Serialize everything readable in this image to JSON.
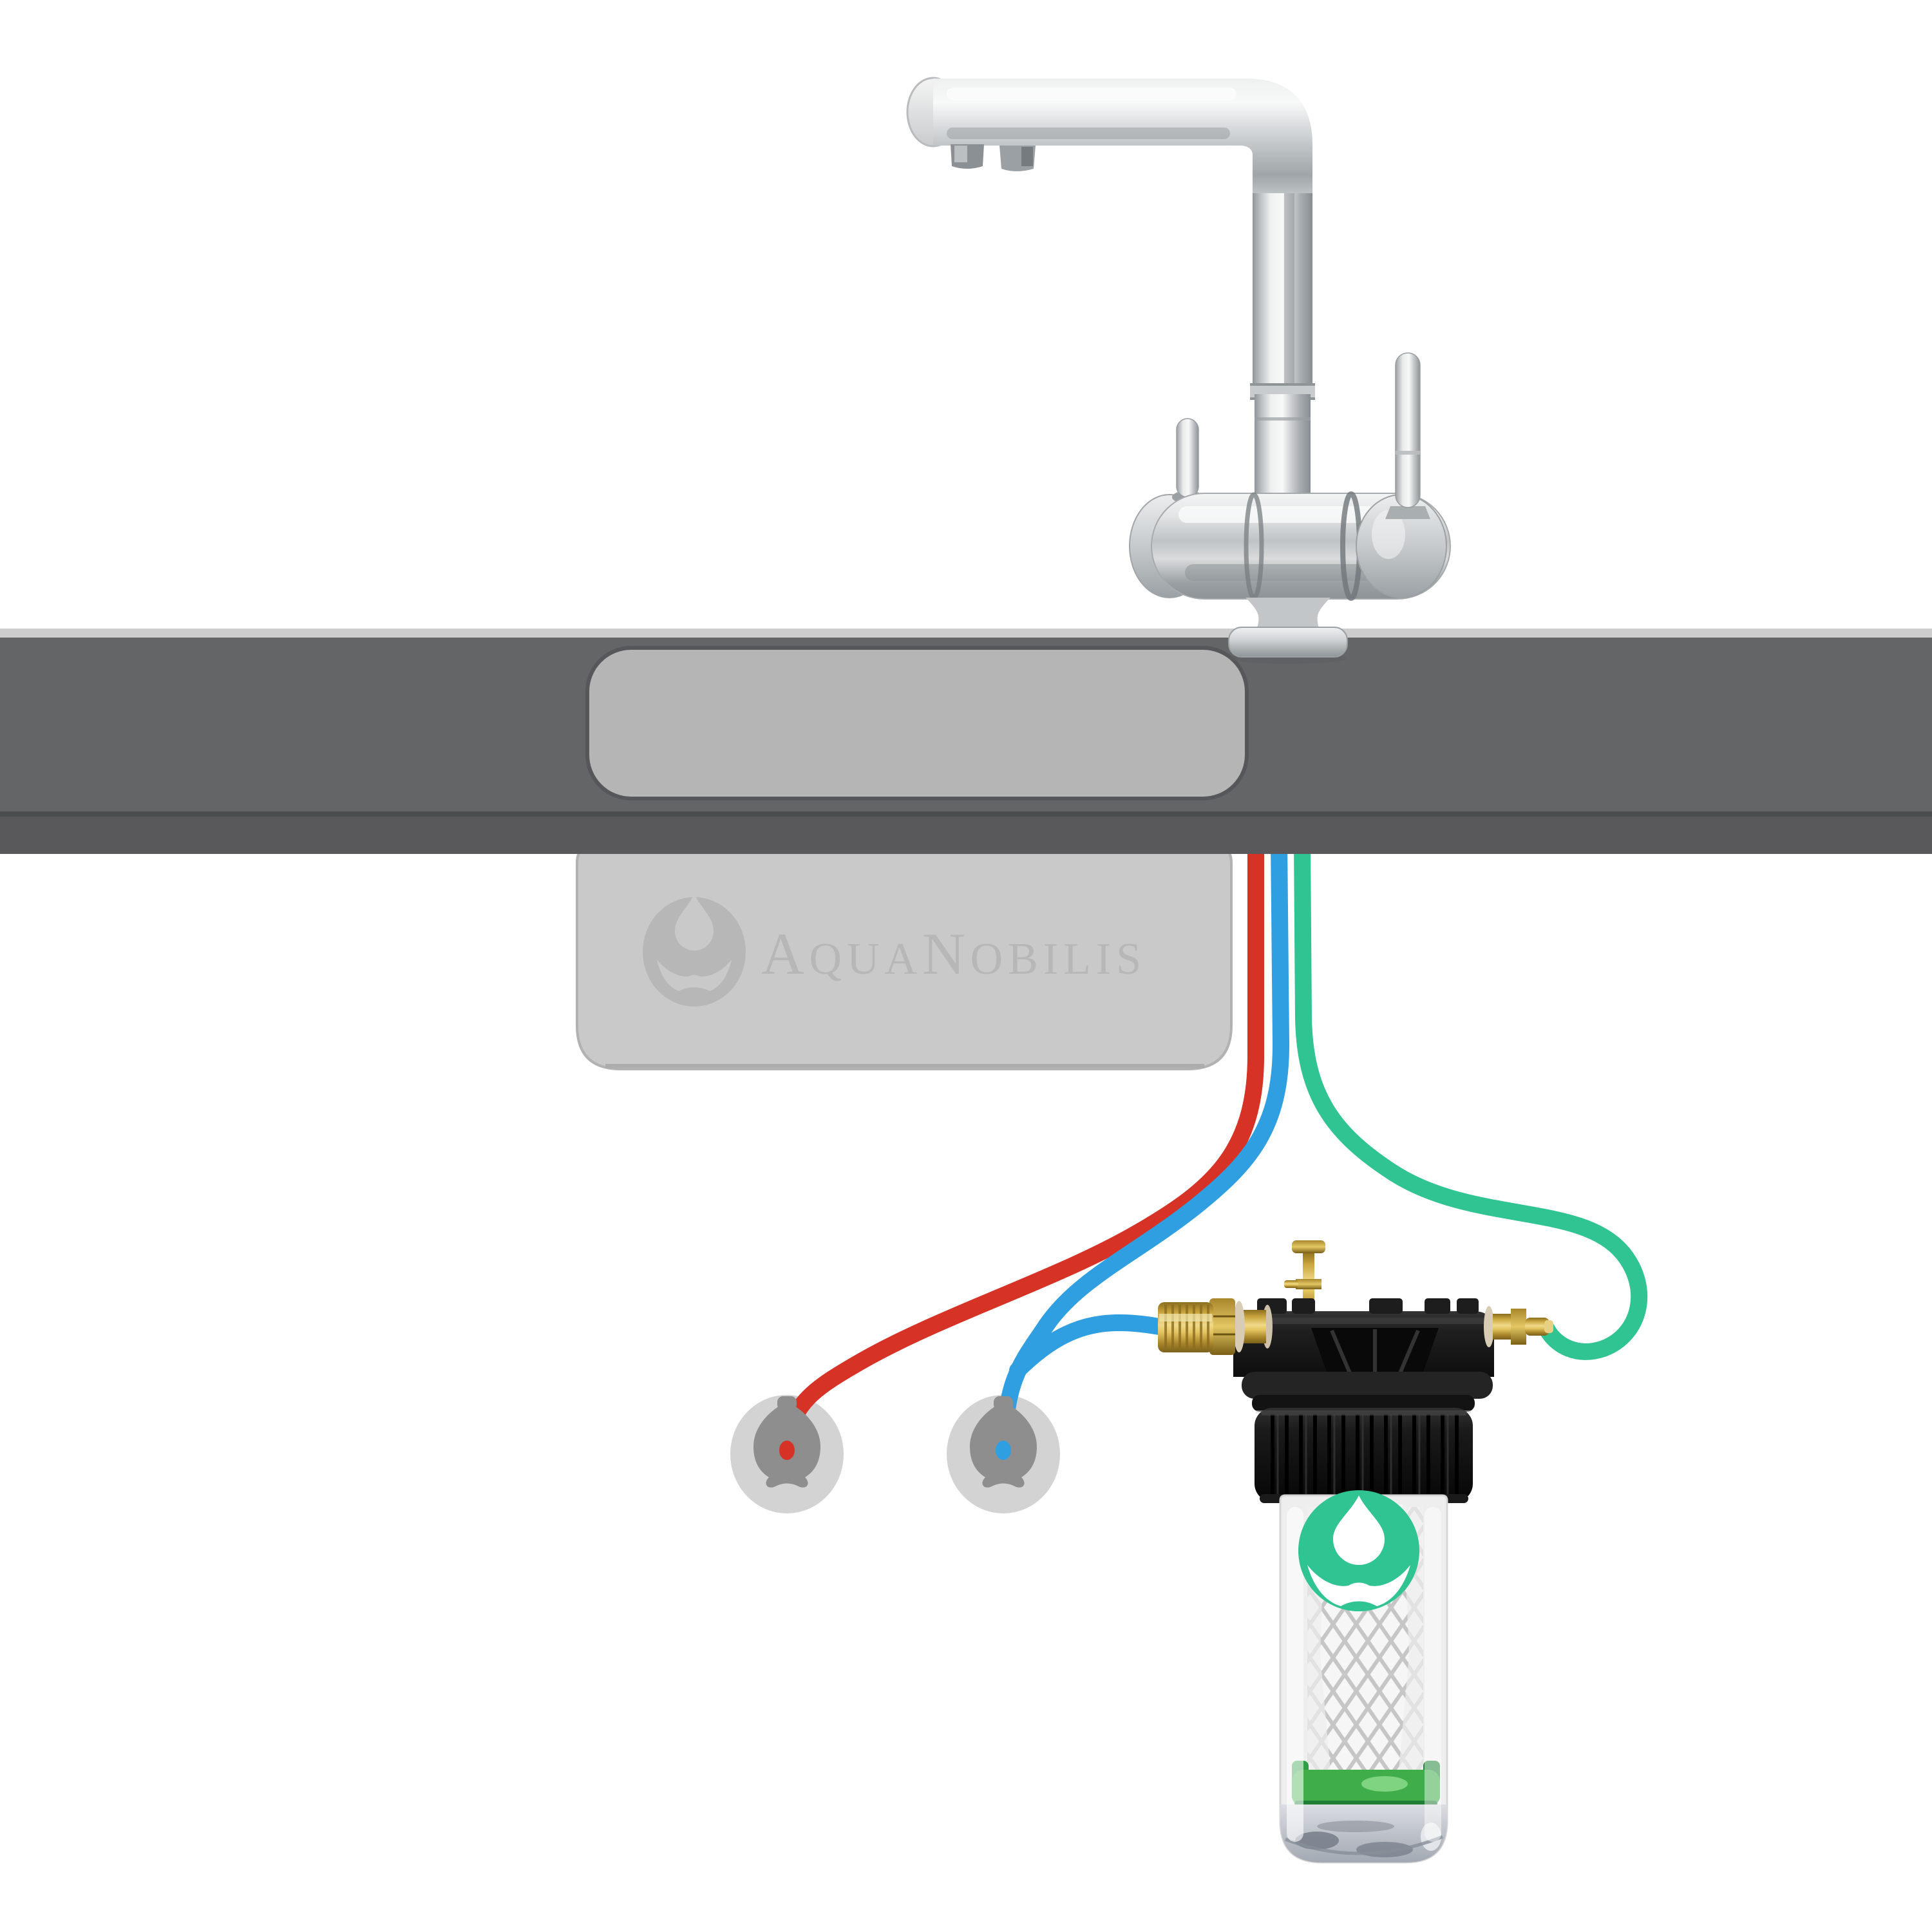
{
  "brand": {
    "full_name": "AquaNobilis",
    "cap1": "A",
    "rest1": "QUA",
    "cap2": "N",
    "rest2": "OBILIS"
  },
  "colors": {
    "background": "#ffffff",
    "hot": "#d63226",
    "cold": "#2f9fe2",
    "filtered": "#2fc492",
    "brand_watermark": "#b7b7b7",
    "filter_badge_green": "#2fc492",
    "wall_plate": "#d3d3d3",
    "wall_valve": "#8e8e8e",
    "countertop": "#646567",
    "countertop_edge": "#59595b",
    "countertop_divider": "#4b4c4e",
    "countertop_top_strip": "#cdcdce",
    "sink_rim": "#b5b5b5",
    "under_sink_panel": "#c9c9c9",
    "brass": "#c8a43c",
    "filter_head_black": "#161616",
    "cartridge_ring_green": "#3fae4a"
  },
  "tubes": [
    {
      "name": "hot-water-tube",
      "color": "#d63226"
    },
    {
      "name": "cold-water-tube",
      "color": "#2f9fe2"
    },
    {
      "name": "cold-water-branch-tube",
      "color": "#2f9fe2"
    },
    {
      "name": "filtered-water-tube",
      "color": "#2fc492"
    }
  ],
  "wall_connections": [
    {
      "name": "hot-water-wall-connection",
      "dot_color": "#d63226"
    },
    {
      "name": "cold-water-wall-connection",
      "dot_color": "#2f9fe2"
    }
  ],
  "icons": {
    "sink_watermark": "drop-crown-oval-icon",
    "filter_badge": "drop-crown-circle-icon"
  }
}
